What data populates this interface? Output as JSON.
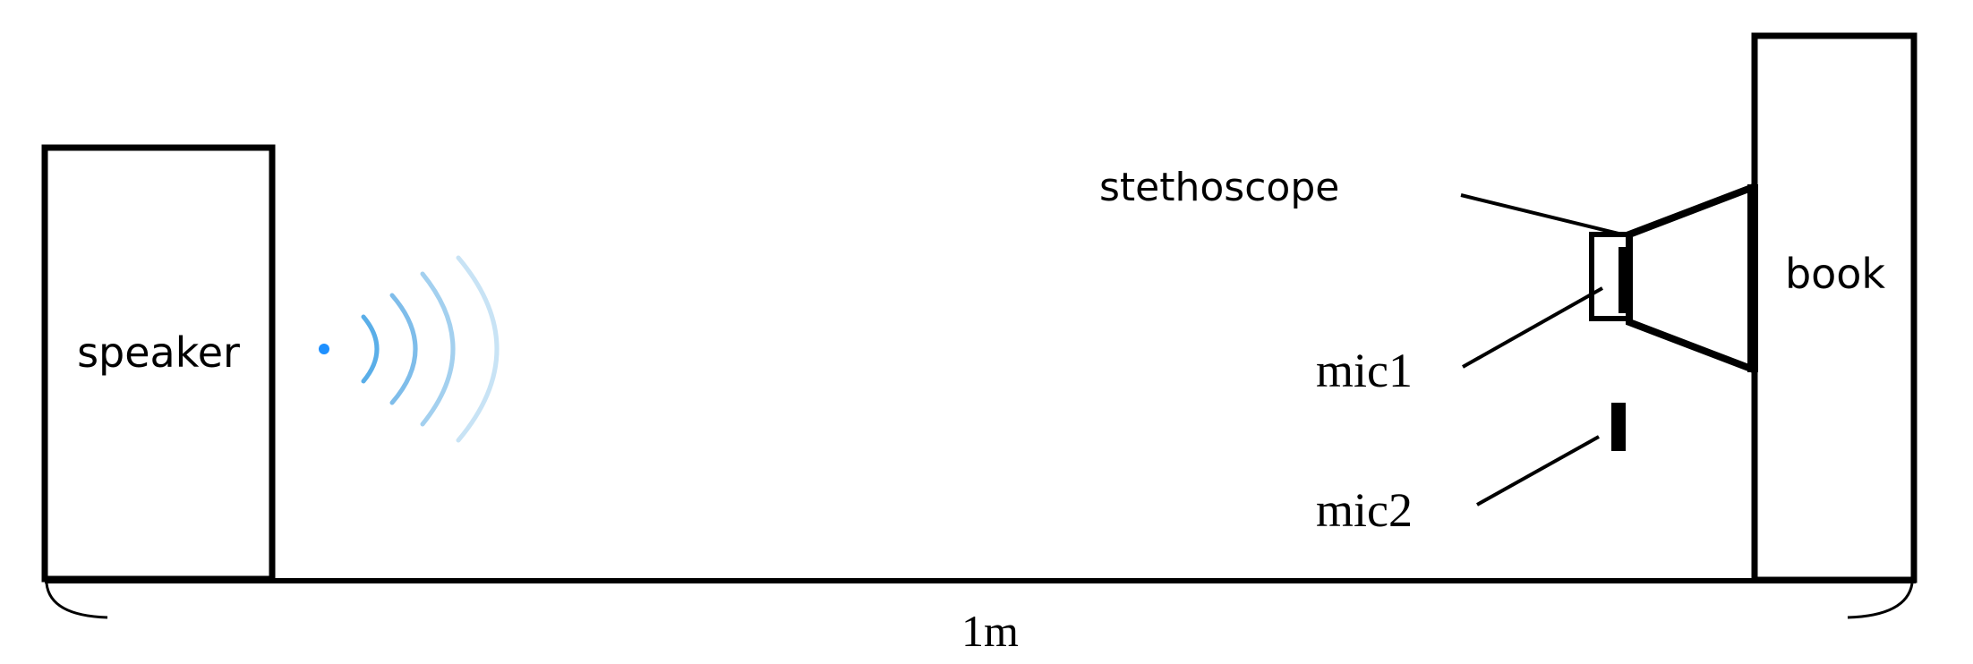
{
  "labels": {
    "speaker": "speaker",
    "book": "book",
    "stethoscope": "stethoscope",
    "mic1": "mic1",
    "mic2": "mic2",
    "distance": "1m"
  },
  "colors": {
    "ink": "#000000",
    "sound_waves": "#5aaee8",
    "source_dot": "#1e90ff",
    "background": "#ffffff"
  },
  "icons": {
    "sound_source": "sound-wave-icon"
  }
}
